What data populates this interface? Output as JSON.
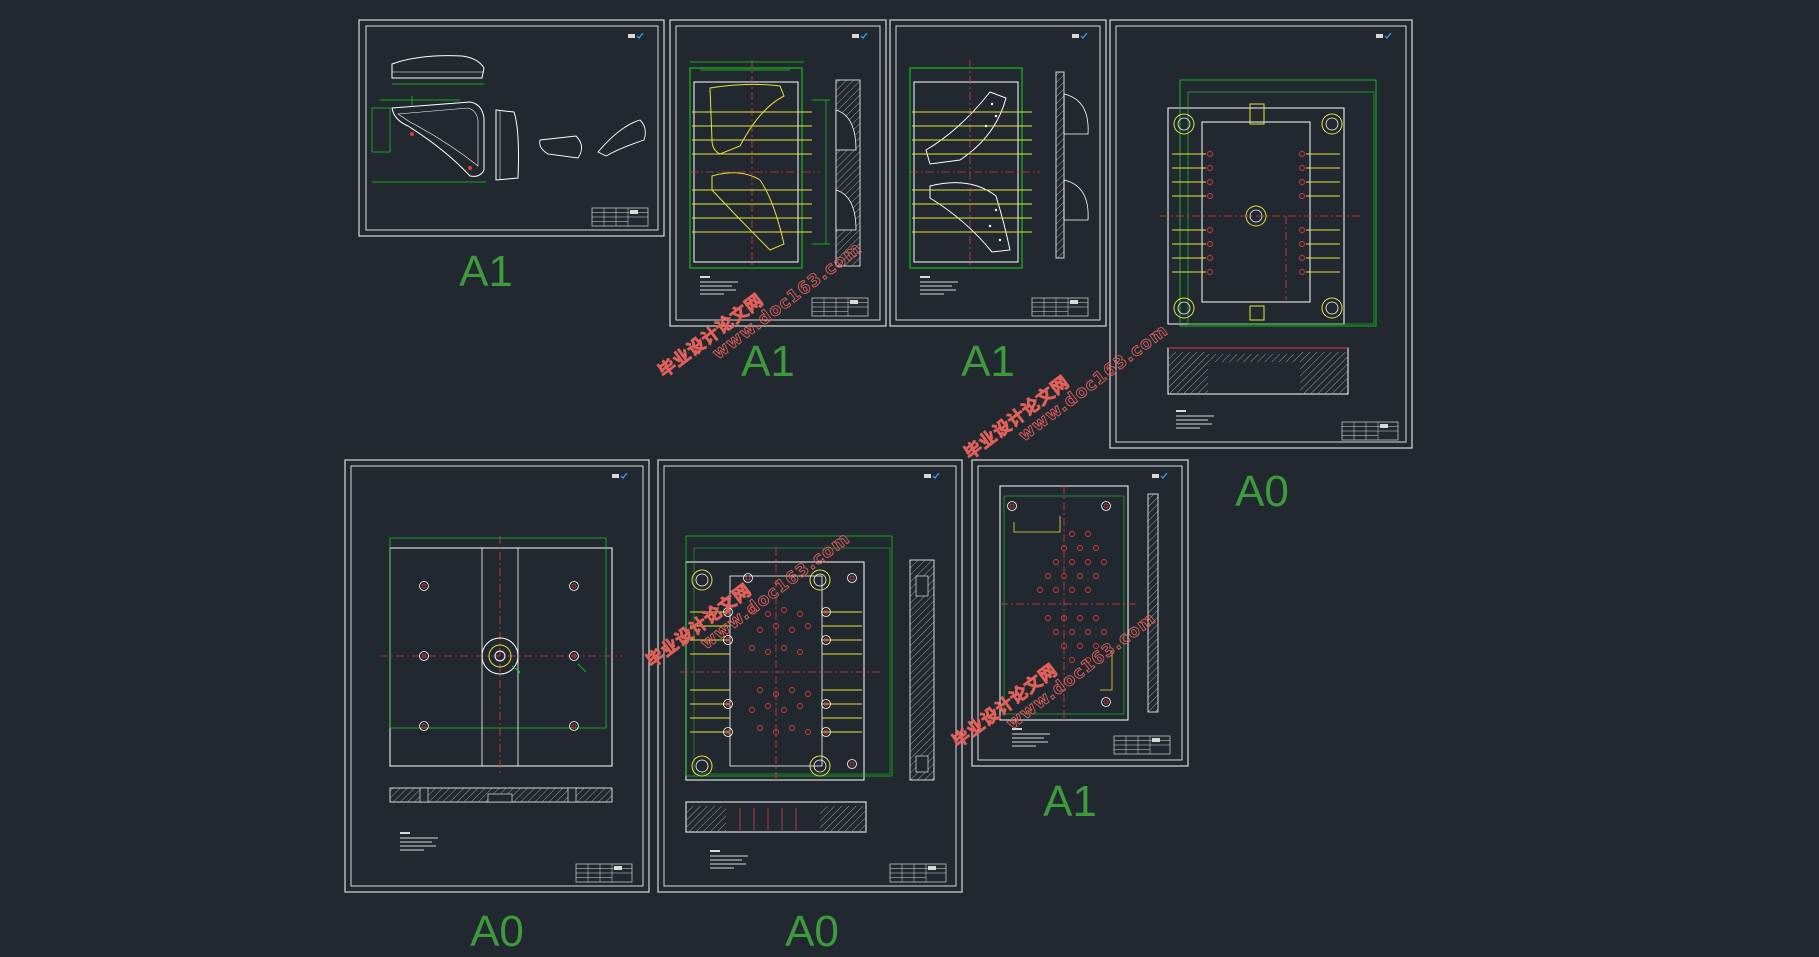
{
  "sheets": [
    {
      "id": "sheet-1",
      "size_label": "A1",
      "kind": "part"
    },
    {
      "id": "sheet-2",
      "size_label": "A1",
      "kind": "cavity"
    },
    {
      "id": "sheet-3",
      "size_label": "A1",
      "kind": "core"
    },
    {
      "id": "sheet-4",
      "size_label": "A0",
      "kind": "assembly-top"
    },
    {
      "id": "sheet-5",
      "size_label": "A0",
      "kind": "plate"
    },
    {
      "id": "sheet-6",
      "size_label": "A0",
      "kind": "assembly"
    },
    {
      "id": "sheet-7",
      "size_label": "A1",
      "kind": "ejector-plate"
    }
  ],
  "watermark": {
    "line1": "毕业设计论文网",
    "line2": "www.doc163.com"
  },
  "colors": {
    "background": "#212830",
    "frame": "#d9d9d9",
    "outline": "#ffffff",
    "dimension": "#19d419",
    "yellow": "#e3e33a",
    "center_line": "#e03a3a",
    "hatch": "#9a9a9a",
    "label": "#3d9a3d",
    "watermark": "#e0605a"
  }
}
